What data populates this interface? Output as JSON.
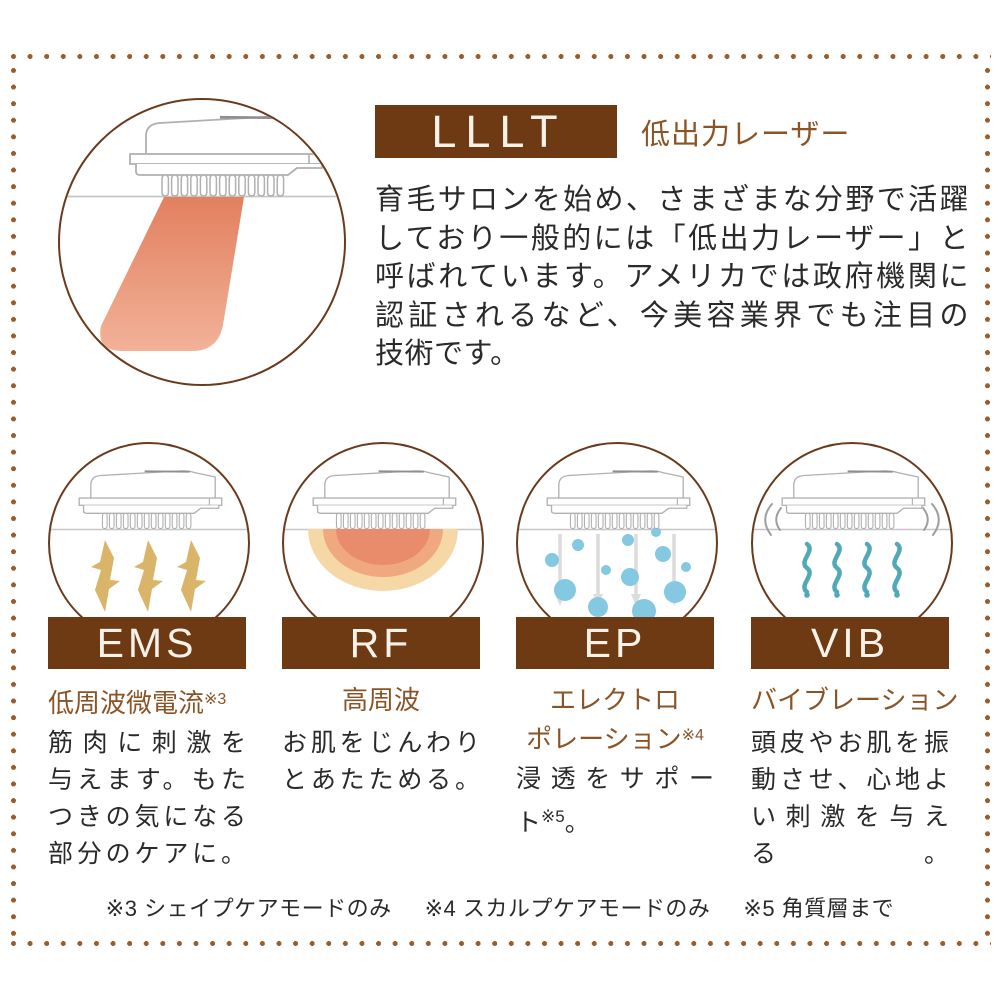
{
  "lllt": {
    "label": "LLLT",
    "tag": "低出力レーザー",
    "desc_lines": [
      "育毛サロンを始め、さまざまな分野で活躍",
      "しており一般的には「低出力レーザー」と",
      "呼ばれています。アメリカでは政府機関に",
      "認証されるなど、今美容業界でも注目の",
      "技術です。"
    ]
  },
  "modes": [
    {
      "label": "EMS",
      "subtitle": "低周波微電流",
      "subtitle_ref": "※3",
      "desc_lines": [
        "筋肉に刺激を",
        "与えます。もた",
        "つきの気になる",
        "部分のケアに。"
      ]
    },
    {
      "label": "RF",
      "subtitle": "高周波",
      "desc_lines": [
        "お肌をじんわり",
        "とあたためる。"
      ]
    },
    {
      "label": "EP",
      "subtitle_line1": "エレクトロ",
      "subtitle_line2": "ポレーション",
      "subtitle_ref": "※4",
      "desc_line1": "浸透をサポー",
      "desc_line2_pre": "ト",
      "desc_ref": "※5",
      "desc_line2_post": "。"
    },
    {
      "label": "VIB",
      "subtitle": "バイブレーション",
      "desc_lines": [
        "頭皮やお肌を振",
        "動させ、心地よ",
        "い刺激を与える。"
      ]
    }
  ],
  "footnotes": [
    "※3 シェイプケアモードのみ",
    "※4 スカルプケアモードのみ",
    "※5 角質層まで"
  ],
  "colors": {
    "brand_brown": "#6e3a14",
    "accent_brown": "#8a5426",
    "ink": "#2a2a2a",
    "dot": "#9c5c2a",
    "circle_stroke": "#6a3a1d",
    "gold": "#d9b469",
    "salmon": "#e58a6c",
    "blue": "#84c8e2",
    "teal": "#4fa9b8"
  }
}
